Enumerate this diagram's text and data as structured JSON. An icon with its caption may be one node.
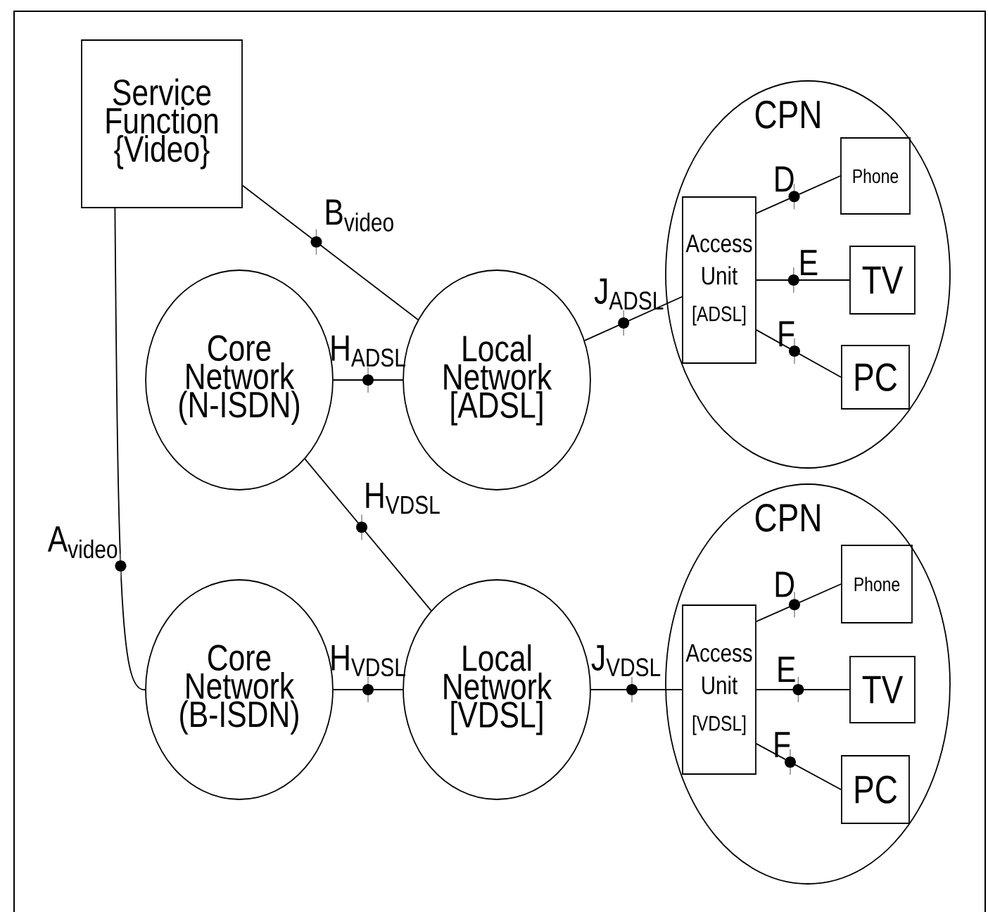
{
  "diagram": {
    "nodes": [
      {
        "text": [
          "Service Function {Video}"
        ]
      },
      {
        "text": [
          "Core Network (N-ISDN)"
        ]
      },
      {
        "text": [
          "Local Network [ADSL]"
        ]
      },
      {
        "text": [
          "CPN"
        ]
      },
      {
        "text": [
          "Access Unit",
          "[ADSL]"
        ],
        "in": 3
      },
      {
        "text": [
          "Phone"
        ],
        "in": 3
      },
      {
        "text": [
          "TV"
        ],
        "in": 3
      },
      {
        "text": [
          "PC"
        ],
        "in": 3
      },
      {
        "text": [
          "Core Network (B-ISDN)"
        ]
      },
      {
        "text": [
          "Local Network [VDSL]"
        ]
      },
      {
        "text": [
          "CPN"
        ]
      },
      {
        "text": [
          "Access Unit",
          "[VDSL]"
        ],
        "in": 10
      },
      {
        "text": [
          "Phone"
        ],
        "in": 10
      },
      {
        "text": [
          "TV"
        ],
        "in": 10
      },
      {
        "text": [
          "PC"
        ],
        "in": 10
      }
    ],
    "edges": [
      {
        "from": 0,
        "to": 8,
        "arrow": "none",
        "label": "A$_{video}$"
      },
      {
        "from": 0,
        "to": 2,
        "arrow": "none",
        "label": "B$_{video}$"
      },
      {
        "from": 1,
        "to": 2,
        "arrow": "none",
        "label": "H$_{ADSL}$"
      },
      {
        "from": 1,
        "to": 9,
        "arrow": "none",
        "label": "H$_{VDSL}$"
      },
      {
        "from": 8,
        "to": 9,
        "arrow": "none",
        "label": "H$_{VDSL}$"
      },
      {
        "from": 2,
        "to": 4,
        "arrow": "none",
        "label": "J$_{ADSL}$"
      },
      {
        "from": 4,
        "to": 5,
        "arrow": "none",
        "label": "D"
      },
      {
        "from": 4,
        "to": 6,
        "arrow": "none",
        "label": "E"
      },
      {
        "from": 4,
        "to": 7,
        "arrow": "none",
        "label": "F"
      },
      {
        "from": 9,
        "to": 11,
        "arrow": "none",
        "label": "J$_{VDSL}$"
      },
      {
        "from": 11,
        "to": 12,
        "arrow": "none",
        "label": "D"
      },
      {
        "from": 11,
        "to": 13,
        "arrow": "none",
        "label": "E"
      },
      {
        "from": 11,
        "to": 14,
        "arrow": "none",
        "label": "F"
      }
    ]
  }
}
